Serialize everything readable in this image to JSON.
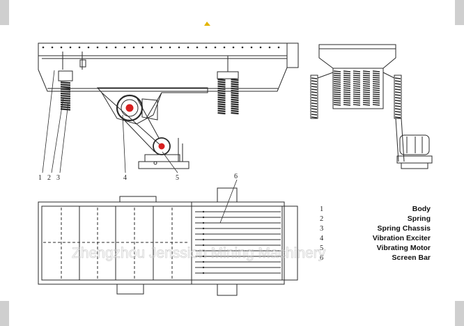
{
  "diagram": {
    "callouts": [
      "1",
      "2",
      "3",
      "4",
      "5",
      "6"
    ],
    "legend": [
      {
        "num": "1",
        "name": "Body"
      },
      {
        "num": "2",
        "name": "Spring"
      },
      {
        "num": "3",
        "name": "Spring Chassis"
      },
      {
        "num": "4",
        "name": "Vibration Exciter"
      },
      {
        "num": "5",
        "name": "Vibrating Motor"
      },
      {
        "num": "6",
        "name": "Screen Bar"
      }
    ],
    "watermark": "Zhengzhou Jenssion Mining Machinery",
    "colors": {
      "line": "#2a2a2a",
      "exciter": "#d62020",
      "corner": "#cfcfcf",
      "mark": "#e3b400"
    }
  }
}
